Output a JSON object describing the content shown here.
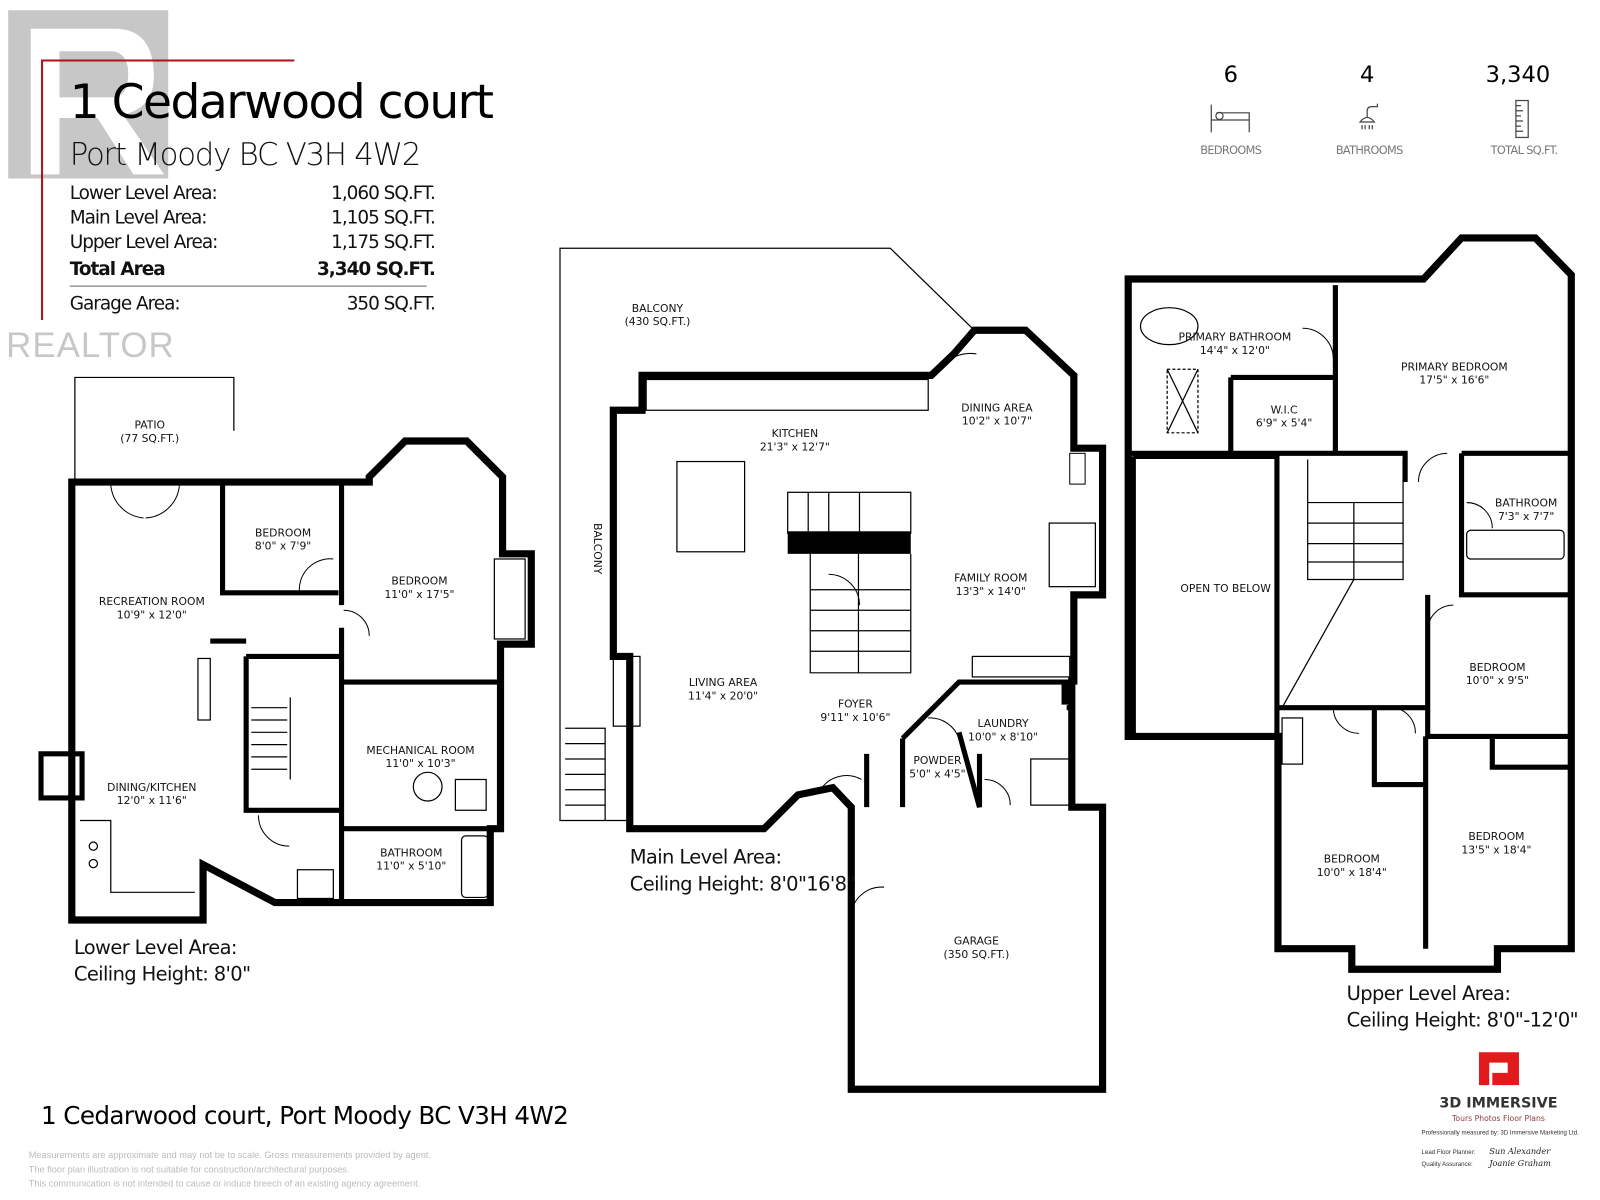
{
  "header": {
    "title": "1 Cedarwood court",
    "subtitle": "Port Moody BC V3H 4W2",
    "watermark": "REALTOR",
    "areas": [
      {
        "label": "Lower Level Area:",
        "value": "1,060 SQ.FT."
      },
      {
        "label": "Main Level Area:",
        "value": "1,105 SQ.FT."
      },
      {
        "label": "Upper Level Area:",
        "value": "1,175 SQ.FT."
      },
      {
        "label": "Total Area",
        "value": "3,340 SQ.FT."
      },
      {
        "label": "Garage Area:",
        "value": "350 SQ.FT."
      }
    ],
    "accent_color": "#b0121b"
  },
  "stats": [
    {
      "value": "6",
      "label": "BEDROOMS",
      "icon": "bed-icon"
    },
    {
      "value": "4",
      "label": "BATHROOMS",
      "icon": "shower-icon"
    },
    {
      "value": "3,340",
      "label": "TOTAL SQ.FT.",
      "icon": "ruler-icon"
    }
  ],
  "rooms": [
    {
      "name": "PATIO",
      "dims": "(77 SQ.FT.)"
    },
    {
      "name": "BEDROOM",
      "dims": "8'0\" x 7'9\""
    },
    {
      "name": "RECREATION ROOM",
      "dims": "10'9\" x 12'0\""
    },
    {
      "name": "BEDROOM",
      "dims": "11'0\" x 17'5\""
    },
    {
      "name": "MECHANICAL ROOM",
      "dims": "11'0\" x 10'3\""
    },
    {
      "name": "DINING/KITCHEN",
      "dims": "12'0\" x 11'6\""
    },
    {
      "name": "BATHROOM",
      "dims": "11'0\" x 5'10\""
    },
    {
      "name": "BALCONY",
      "dims": "(430 SQ.FT.)"
    },
    {
      "name": "KITCHEN",
      "dims": "21'3\" x 12'7\""
    },
    {
      "name": "DINING AREA",
      "dims": "10'2\" x 10'7\""
    },
    {
      "name": "BALCONY",
      "dims": ""
    },
    {
      "name": "FAMILY ROOM",
      "dims": "13'3\" x 14'0\""
    },
    {
      "name": "LIVING AREA",
      "dims": "11'4\" x 20'0\""
    },
    {
      "name": "FOYER",
      "dims": "9'11\" x 10'6\""
    },
    {
      "name": "LAUNDRY",
      "dims": "10'0\" x 8'10\""
    },
    {
      "name": "POWDER",
      "dims": "5'0\" x 4'5\""
    },
    {
      "name": "GARAGE",
      "dims": "(350 SQ.FT.)"
    },
    {
      "name": "PRIMARY BATHROOM",
      "dims": "14'4\" x 12'0\""
    },
    {
      "name": "PRIMARY BEDROOM",
      "dims": "17'5\" x 16'6\""
    },
    {
      "name": "W.I.C",
      "dims": "6'9\" x 5'4\""
    },
    {
      "name": "BATHROOM",
      "dims": "7'3\" x 7'7\""
    },
    {
      "name": "OPEN TO BELOW",
      "dims": ""
    },
    {
      "name": "BEDROOM",
      "dims": "10'0\" x 9'5\""
    },
    {
      "name": "BEDROOM",
      "dims": "13'5\" x 18'4\""
    },
    {
      "name": "BEDROOM",
      "dims": "10'0\" x 18'4\""
    }
  ],
  "levels": [
    {
      "name": "Lower Level Area:",
      "ceiling": "Ceiling Height: 8'0\""
    },
    {
      "name": "Main Level Area:",
      "ceiling": "Ceiling Height: 8'0\"16'8\""
    },
    {
      "name": "Upper Level Area:",
      "ceiling": "Ceiling Height: 8'0\"-12'0\""
    }
  ],
  "footer": {
    "address": "1 Cedarwood court, Port Moody BC V3H 4W2",
    "disclaimer": [
      "Measurements are approximate and may not be to scale. Gross measurements provided by agent.",
      "The floor plan illustration is not suitable for construction/architectural purposes.",
      "This communication is not intended to cause or induce breech of an existing agency agreement."
    ],
    "brand": "3D IMMERSIVE",
    "brand_tagline": "Tours  Photos  Floor Plans",
    "brand_color": "#e11b1b",
    "credit": "Professionally measured by: 3D Immersive Marketing Ltd.",
    "lead_label": "Lead Floor Planner:",
    "lead_signature": "Sun Alexander",
    "qa_label": "Quality Assurance:",
    "qa_signature": "Joanie Graham"
  }
}
